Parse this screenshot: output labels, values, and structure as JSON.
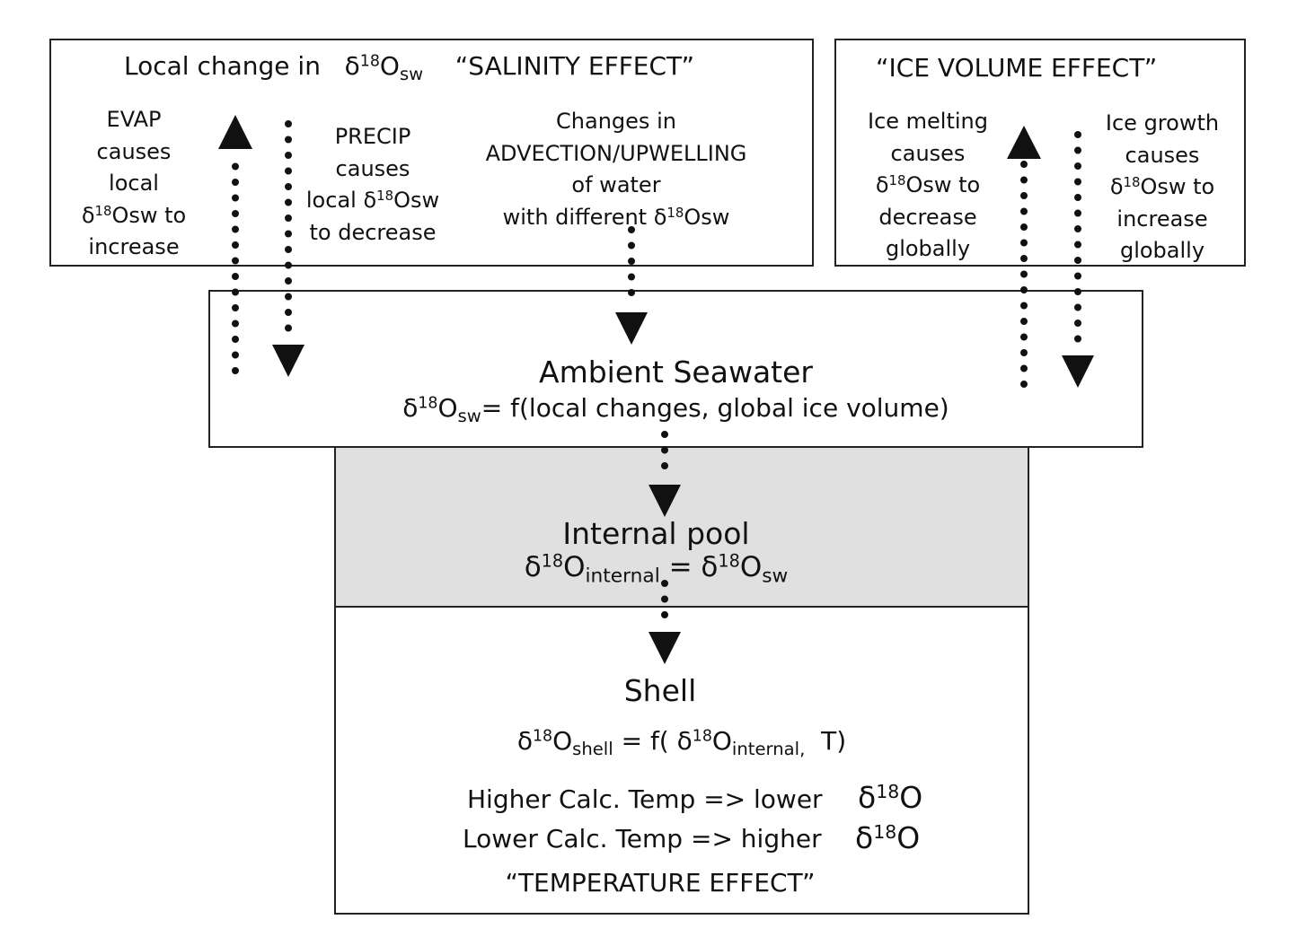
{
  "salinity_box": {
    "title_prefix": "Local change in",
    "delta": "δ",
    "iso": "18",
    "o": "O",
    "sub": "sw",
    "title_suffix": "“SALINITY EFFECT”",
    "evap": {
      "pre": "EVAP\ncauses\nlocal\n",
      "delta": "δ",
      "iso": "18",
      "rest": "Osw to",
      "post": "increase"
    },
    "precip": {
      "pre": "PRECIP\ncauses\nlocal ",
      "delta": "δ",
      "iso": "18",
      "rest": "Osw",
      "post": "to decrease"
    },
    "advection": {
      "pre": "Changes in\nADVECTION/UPWELLING\nof water\nwith different ",
      "delta": "δ",
      "iso": "18",
      "rest": "Osw"
    }
  },
  "ice_box": {
    "title": "“ICE VOLUME EFFECT”",
    "melting": {
      "pre": "Ice melting\ncauses\n",
      "delta": "δ",
      "iso": "18",
      "rest": "Osw to",
      "post": "decrease\nglobally"
    },
    "growth": {
      "pre": "Ice growth\ncauses\n",
      "delta": "δ",
      "iso": "18",
      "rest": "Osw to",
      "post": "increase\nglobally"
    }
  },
  "seawater_box": {
    "title": "Ambient Seawater",
    "delta": "δ",
    "iso": "18",
    "o": "O",
    "sub": "sw",
    "formula_rest": "= f(local changes, global ice volume)"
  },
  "internal_box": {
    "title": "Internal pool",
    "delta": "δ",
    "iso": "18",
    "o": "O",
    "sub1": "internal",
    "equals": " = ",
    "delta2": "δ",
    "iso2": "18",
    "o2": "O",
    "sub2": "sw",
    "bg_color": "#e0e0e0"
  },
  "shell_box": {
    "title": "Shell",
    "delta": "δ",
    "iso": "18",
    "o": "O",
    "sub": "shell",
    "formula_mid": " = f( ",
    "delta2": "δ",
    "iso2": "18",
    "o2": "O",
    "sub2": "internal,",
    "formula_end": "  T)",
    "higher_text": "Higher Calc. Temp => lower",
    "lower_text": "Lower Calc. Temp => higher",
    "d_delta": "δ",
    "d_iso": "18",
    "d_o": "O",
    "effect": "“TEMPERATURE EFFECT”"
  }
}
